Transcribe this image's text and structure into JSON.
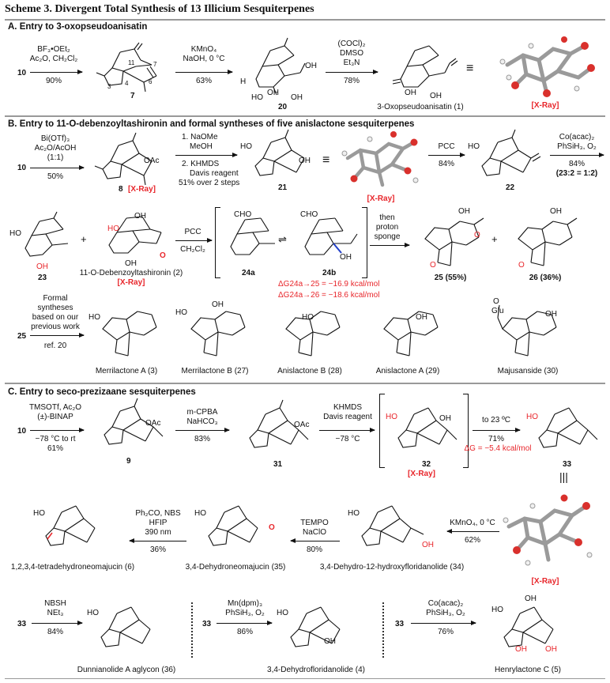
{
  "title": "Scheme 3. Divergent Total Synthesis of 13 Illicium Sesquiterpenes",
  "sectionA": {
    "heading": "A. Entry to 3-oxopseudoanisatin",
    "start": "10",
    "step1": {
      "reagents": [
        "BF₃•OEt₂",
        "Ac₂O, CH₂Cl₂"
      ],
      "yield": "90%"
    },
    "cmpd7": "7",
    "step2": {
      "reagents": [
        "KMnO₄",
        "NaOH,  0 °C"
      ],
      "yield": "63%"
    },
    "cmpd20": "20",
    "step3": {
      "reagents": [
        "(COCl)₂",
        "DMSO",
        "Et₃N"
      ],
      "yield": "78%"
    },
    "product": "3-Oxopseudoanisatin (1)",
    "xray": "[X-Ray]",
    "atoms7": [
      "11",
      "7",
      "6",
      "4",
      "3"
    ]
  },
  "sectionB": {
    "heading": "B. Entry to 11-O-debenzoyltashironin and formal syntheses of five anislactone sesquiterpenes",
    "start": "10",
    "step1": {
      "reagents": [
        "Bi(OTf)₃",
        "Ac₂O/AcOH",
        "(1:1)"
      ],
      "yield": "50%"
    },
    "cmpd8": "8",
    "xray8": "[X-Ray]",
    "step2": {
      "reagents": [
        "1. NaOMe",
        "MeOH",
        "2. KHMDS",
        "Davis reagent",
        "51% over 2 steps"
      ]
    },
    "cmpd21": "21",
    "xray21": "[X-Ray]",
    "step3": {
      "reagents": [
        "PCC"
      ],
      "yield": "84%"
    },
    "cmpd22": "22",
    "step4": {
      "reagents": [
        "Co(acac)₂",
        "PhSiH₃, O₂",
        "84%",
        "(23:2 = 1:2)"
      ]
    },
    "cmpd23": "23",
    "cmpd2": "11-O-Debenzoyltashironin (2)",
    "xray2": "[X-Ray]",
    "step5": {
      "reagents": [
        "PCC",
        "CH₂Cl₂"
      ]
    },
    "cmpd24a": "24a",
    "cmpd24b": "24b",
    "dg1": "ΔG24a→25 = −16.9 kcal/mol",
    "dg2": "ΔG24a→26 = −18.6 kcal/mol",
    "step6": {
      "reagents": [
        "then",
        "proton",
        "sponge"
      ]
    },
    "cmpd25": "25 (55%)",
    "cmpd26": "26 (36%)",
    "formal": {
      "start": "25",
      "reagents": [
        "Formal",
        "syntheses",
        "based on our",
        "previous work",
        "ref. 20"
      ]
    },
    "targets": [
      "Merrilactone A (3)",
      "Merrilactone B (27)",
      "Anislactone B (28)",
      "Anislactone A (29)",
      "Majusanside (30)"
    ],
    "glu": "Glu"
  },
  "sectionC": {
    "heading": "C. Entry to seco-prezizaane sesquiterpenes",
    "start": "10",
    "step1": {
      "reagents": [
        "TMSOTf, Ac₂O",
        "(±)-BINAP",
        "−78 °C to rt"
      ],
      "yield": "61%"
    },
    "cmpd9": "9",
    "step2": {
      "reagents": [
        "m-CPBA",
        "NaHCO₃"
      ],
      "yield": "83%"
    },
    "cmpd31": "31",
    "step3": {
      "reagents": [
        "KHMDS",
        "Davis reagent",
        "−78 °C"
      ]
    },
    "cmpd32": "32",
    "xray32": "[X-Ray]",
    "step4": {
      "reagents": [
        "to 23 ºC",
        "71%"
      ],
      "dg": "ΔG = −5.4 kcal/mol"
    },
    "cmpd33": "33",
    "xray33": "[X-Ray]",
    "step5": {
      "reagents": [
        "KMnO₄, 0 °C"
      ],
      "yield": "62%"
    },
    "cmpd34": "3,4-Dehydro-12-hydroxyfloridanolide (34)",
    "step6": {
      "reagents": [
        "TEMPO",
        "NaClO"
      ],
      "yield": "80%"
    },
    "cmpd35": "3,4-Dehydroneomajucin (35)",
    "step7": {
      "reagents": [
        "Ph₂CO, NBS",
        "HFIP",
        "390 nm"
      ],
      "yield": "36%"
    },
    "cmpd6": "1,2,3,4-tetradehydroneomajucin (6)",
    "row3": [
      {
        "start": "33",
        "reagents": [
          "NBSH",
          "NEt₃"
        ],
        "yield": "84%",
        "product": "Dunnianolide A aglycon (36)"
      },
      {
        "start": "33",
        "reagents": [
          "Mn(dpm)₃",
          "PhSiH₃, O₂"
        ],
        "yield": "86%",
        "product": "3,4-Dehydrofloridanolide (4)"
      },
      {
        "start": "33",
        "reagents": [
          "Co(acac)₂",
          "PhSiH₃, O₂"
        ],
        "yield": "76%",
        "product": "Henrylactone C (5)"
      }
    ]
  }
}
